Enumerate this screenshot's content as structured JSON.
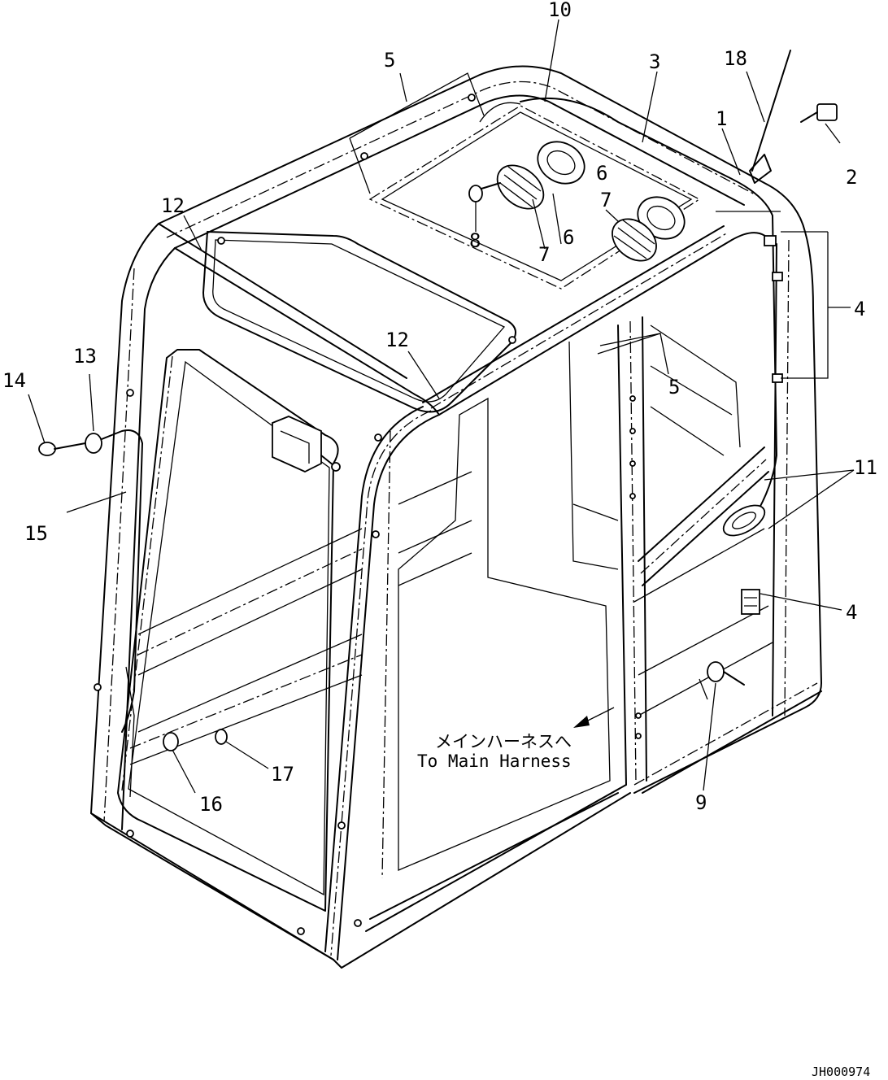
{
  "callouts": [
    {
      "id": "c10",
      "text": "10"
    },
    {
      "id": "c5a",
      "text": "5"
    },
    {
      "id": "c3",
      "text": "3"
    },
    {
      "id": "c18",
      "text": "18"
    },
    {
      "id": "c1",
      "text": "1"
    },
    {
      "id": "c2",
      "text": "2"
    },
    {
      "id": "c6a",
      "text": "6"
    },
    {
      "id": "c6b",
      "text": "6"
    },
    {
      "id": "c7a",
      "text": "7"
    },
    {
      "id": "c7b",
      "text": "7"
    },
    {
      "id": "c8",
      "text": "8"
    },
    {
      "id": "c12a",
      "text": "12"
    },
    {
      "id": "c12b",
      "text": "12"
    },
    {
      "id": "c4a",
      "text": "4"
    },
    {
      "id": "c4b",
      "text": "4"
    },
    {
      "id": "c5b",
      "text": "5"
    },
    {
      "id": "c13",
      "text": "13"
    },
    {
      "id": "c14",
      "text": "14"
    },
    {
      "id": "c15",
      "text": "15"
    },
    {
      "id": "c11",
      "text": "11"
    },
    {
      "id": "c16",
      "text": "16"
    },
    {
      "id": "c17",
      "text": "17"
    },
    {
      "id": "c9",
      "text": "9"
    }
  ],
  "note": {
    "japanese": "メインハーネスへ",
    "english": "To Main Harness"
  },
  "drawing_code": "JH000974"
}
